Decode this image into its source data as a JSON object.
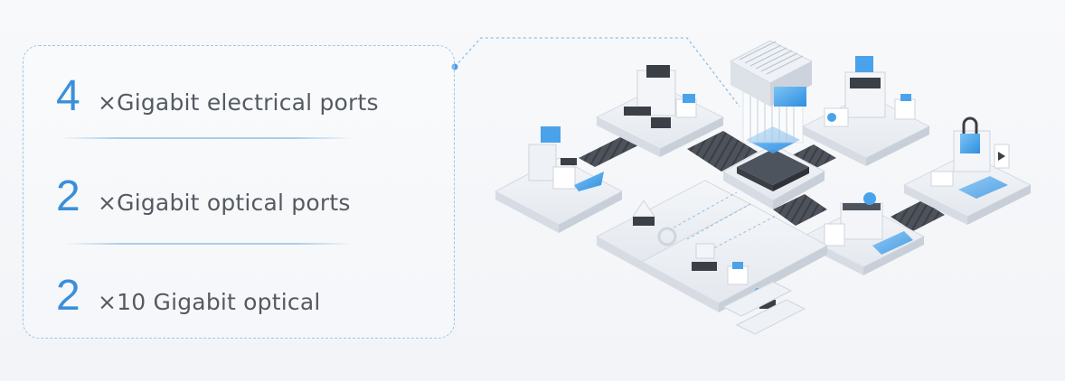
{
  "specs": [
    {
      "count": "4",
      "label": "×Gigabit electrical ports"
    },
    {
      "count": "2",
      "label": "×Gigabit optical ports"
    },
    {
      "count": "2",
      "label": "×10 Gigabit optical"
    }
  ],
  "colors": {
    "accent": "#3a8fdb",
    "text": "#555a61",
    "dashed_border": "#9ec6e6",
    "platform": "#e6e9ee",
    "conveyor": "#4a4f58",
    "highlight_blue": "#4aa3ea"
  },
  "illustration": {
    "icons": [
      "server-rack-icon",
      "network-switch-icon",
      "lock-icon",
      "monitor-icon",
      "chart-icon",
      "building-icon"
    ]
  }
}
